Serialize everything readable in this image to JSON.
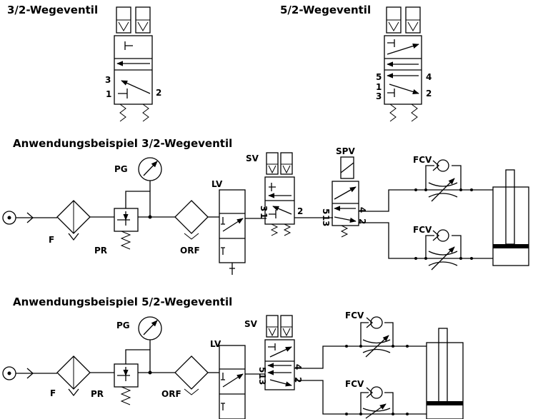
{
  "titles": {
    "valve32": "3/2-Wegeventil",
    "valve52": "5/2-Wegeventil",
    "example32": "Anwendungsbeispiel 3/2-Wegeventil",
    "example52": "Anwendungsbeispiel 5/2-Wegeventil"
  },
  "ports32": {
    "p3": "3",
    "p1": "1",
    "p2": "2"
  },
  "ports52": {
    "p5": "5",
    "p4": "4",
    "p1": "1",
    "p3": "3",
    "p2": "2"
  },
  "ex32": {
    "pg": "PG",
    "f": "F",
    "pr": "PR",
    "orf": "ORF",
    "lv": "LV",
    "sv": "SV",
    "spv": "SPV",
    "fcv1": "FCV",
    "fcv2": "FCV",
    "sv_p3": "3",
    "sv_p1": "1",
    "sv_p2": "2",
    "spv_p5": "5",
    "spv_p1": "1",
    "spv_p3": "3",
    "spv_p4": "4",
    "spv_p2": "2"
  },
  "ex52": {
    "pg": "PG",
    "f": "F",
    "pr": "PR",
    "orf": "ORF",
    "lv": "LV",
    "sv": "SV",
    "fcv1": "FCV",
    "fcv2": "FCV",
    "sv_p5": "5",
    "sv_p1": "1",
    "sv_p3": "3",
    "sv_p4": "4",
    "sv_p2": "2"
  }
}
